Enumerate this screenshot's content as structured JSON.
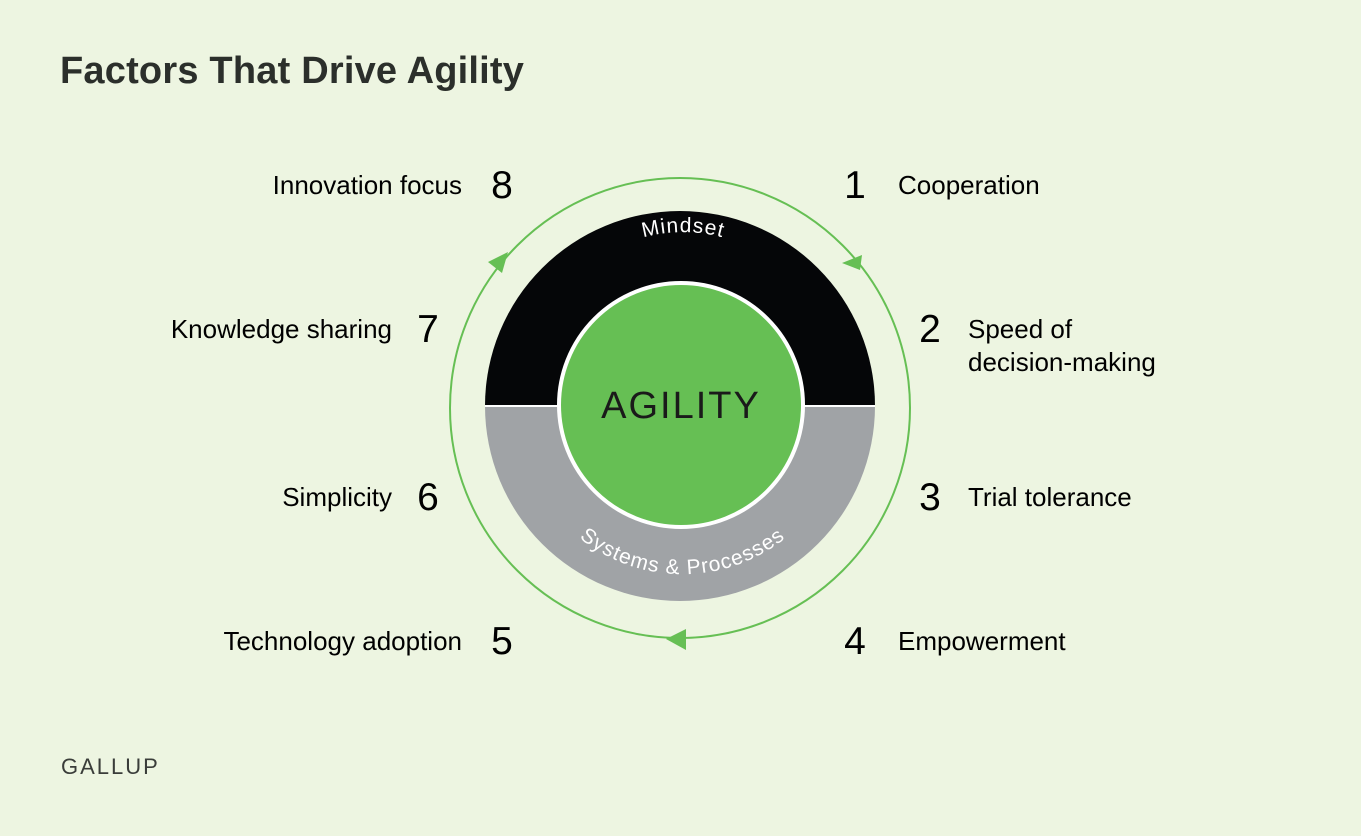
{
  "title": "Factors That Drive Agility",
  "footer": "GALLUP",
  "core": {
    "label": "AGILITY",
    "color": "#66bf54"
  },
  "rings": {
    "top_label": "Mindset",
    "top_color": "#050608",
    "bottom_label": "Systems & Processes",
    "bottom_color": "#a0a3a6"
  },
  "cycle_color": "#66bf54",
  "factors": [
    {
      "number": "1",
      "lines": [
        "Cooperation"
      ]
    },
    {
      "number": "2",
      "lines": [
        "Speed of",
        "decision-making"
      ]
    },
    {
      "number": "3",
      "lines": [
        "Trial tolerance"
      ]
    },
    {
      "number": "4",
      "lines": [
        "Empowerment"
      ]
    },
    {
      "number": "5",
      "lines": [
        "Technology adoption"
      ]
    },
    {
      "number": "6",
      "lines": [
        "Simplicity"
      ]
    },
    {
      "number": "7",
      "lines": [
        "Knowledge sharing"
      ]
    },
    {
      "number": "8",
      "lines": [
        "Innovation focus"
      ]
    }
  ]
}
